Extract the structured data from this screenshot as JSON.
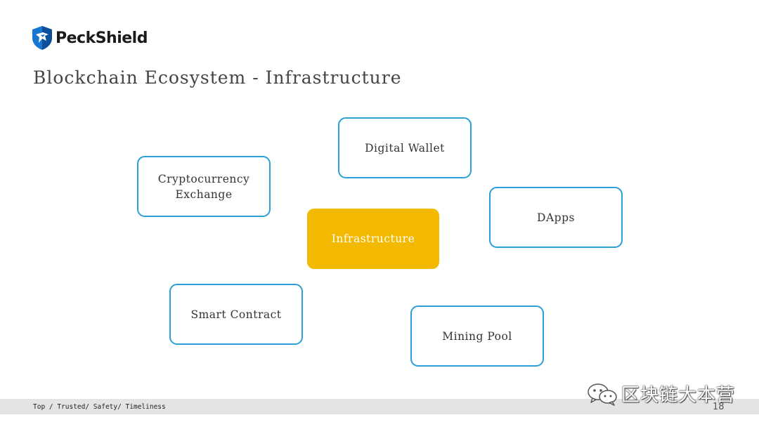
{
  "brand": {
    "name": "PeckShield",
    "colors": {
      "shield": "#1776d1",
      "shield_dark": "#0d4f9a"
    }
  },
  "slide": {
    "title": "Blockchain Ecosystem - Infrastructure",
    "page_number": "18"
  },
  "diagram": {
    "center": {
      "label": "Infrastructure",
      "color": "#f2b900"
    },
    "border_color": "#2a9fd8",
    "nodes": [
      {
        "id": "digital-wallet",
        "label": "Digital Wallet"
      },
      {
        "id": "cryptocurrency-exchange",
        "label": "Cryptocurrency\nExchange"
      },
      {
        "id": "dapps",
        "label": "DApps"
      },
      {
        "id": "smart-contract",
        "label": "Smart Contract"
      },
      {
        "id": "mining-pool",
        "label": "Mining Pool"
      }
    ]
  },
  "footer": {
    "tagline": "Top / Trusted/ Safety/ Timeliness",
    "watermark": {
      "icon": "wechat-icon",
      "text": "区块链大本营"
    }
  }
}
